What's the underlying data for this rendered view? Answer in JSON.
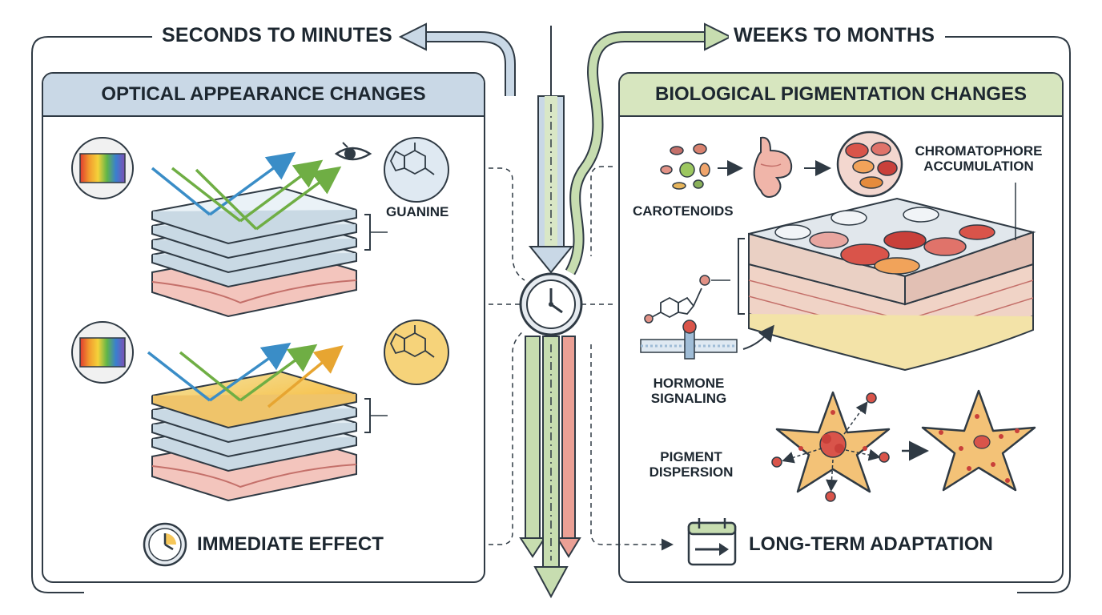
{
  "timeline": {
    "left_label": "SECONDS TO MINUTES",
    "right_label": "WEEKS TO MONTHS"
  },
  "left_panel": {
    "title": "OPTICAL APPEARANCE CHANGES",
    "header_color": "#c9d8e6",
    "molecule_label": "GUANINE",
    "footer_label": "IMMEDIATE EFFECT"
  },
  "right_panel": {
    "title": "BIOLOGICAL PIGMENTATION CHANGES",
    "header_color": "#d7e6bf",
    "carotenoids_label": "CAROTENOIDS",
    "chromatophore_label_line1": "CHROMATOPHORE",
    "chromatophore_label_line2": "ACCUMULATION",
    "hormone_label_line1": "HORMONE",
    "hormone_label_line2": "SIGNALING",
    "pigment_label_line1": "PIGMENT",
    "pigment_label_line2": "DISPERSION",
    "footer_label": "LONG-TERM ADAPTATION"
  },
  "colors": {
    "outline": "#2f3a44",
    "blue_arrow": "#9fbcd6",
    "green_arrow": "#a9c98a",
    "red_arrow": "#e29286",
    "accent_blue": "#3a8dc7",
    "accent_green": "#6fae44",
    "accent_orange": "#e7a531"
  },
  "icons": [
    "rainbow-swatch-icon",
    "eye-icon",
    "guanine-molecule-icon",
    "clock-icon",
    "calendar-icon",
    "microbe-icon",
    "stomach-icon",
    "cell-cluster-icon",
    "hormone-molecule-icon",
    "receptor-icon",
    "chromatophore-star-icon"
  ]
}
